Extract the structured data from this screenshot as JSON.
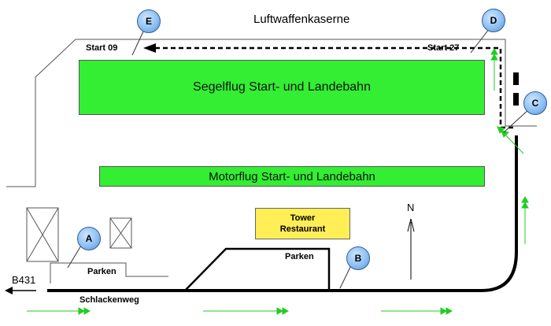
{
  "map": {
    "title": "Luftwaffenkaserne",
    "runways": {
      "glider": "Segelflug Start- und Landebahn",
      "motor": "Motorflug Start- und Landebahn"
    },
    "starts": {
      "west": "Start 09",
      "east": "Start 27"
    },
    "tower": {
      "line1": "Tower",
      "line2": "Restaurant"
    },
    "parking": {
      "west": "Parken",
      "center": "Parken"
    },
    "roads": {
      "highway": "B431",
      "street": "Schlackenweg"
    },
    "north": "N",
    "markers": [
      "A",
      "B",
      "C",
      "D",
      "E"
    ],
    "colors": {
      "runway": "#33ee33",
      "tower": "#ffee55",
      "marker": "#8ec0f2",
      "arrow": "#22cc22",
      "road": "#000000"
    }
  }
}
